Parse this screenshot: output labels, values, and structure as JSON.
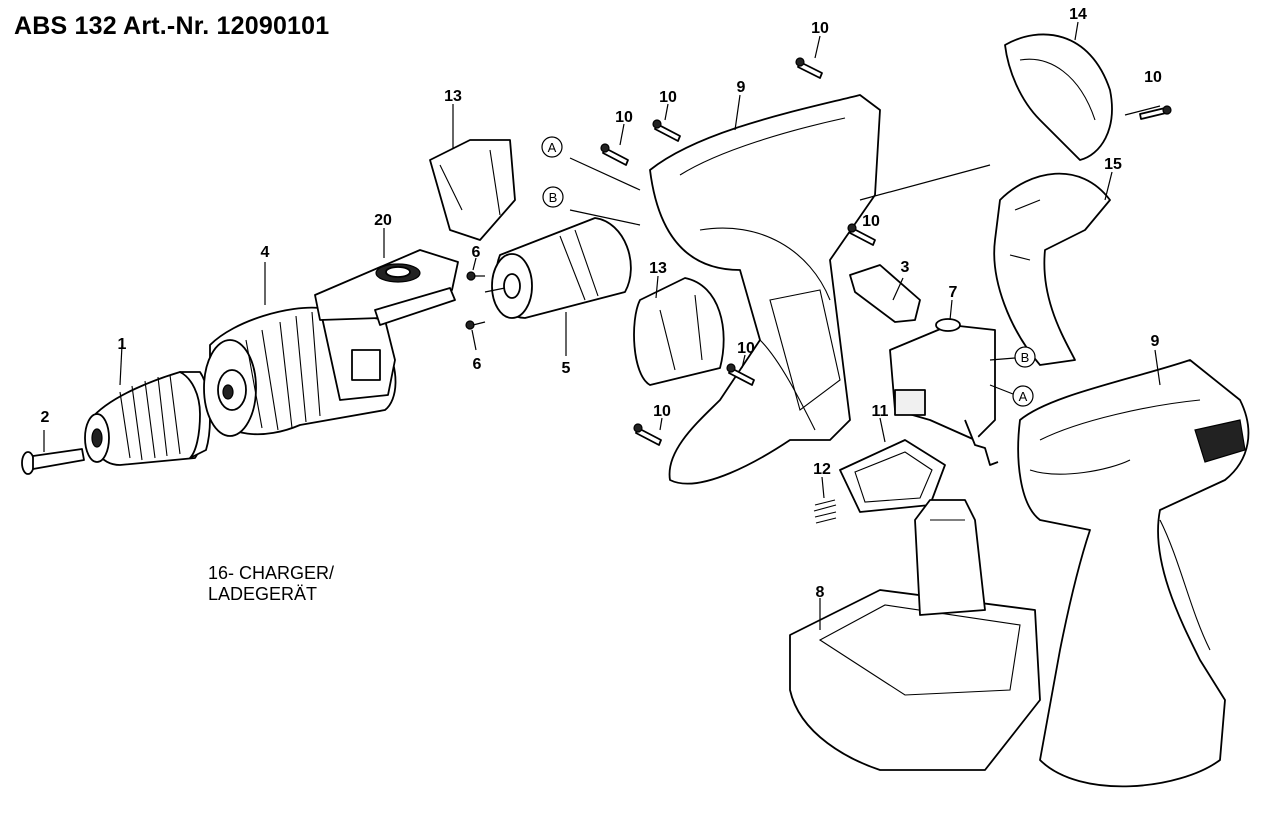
{
  "title": "ABS 132 Art.-Nr. 12090101",
  "note": {
    "line1": "16- CHARGER/",
    "line2": "LADEGERÄT"
  },
  "labels": {
    "p1": "1",
    "p2": "2",
    "p3": "3",
    "p4": "4",
    "p5": "5",
    "p6a": "6",
    "p6b": "6",
    "p7": "7",
    "p8": "8",
    "p9a": "9",
    "p9b": "9",
    "p10a": "10",
    "p10b": "10",
    "p10c": "10",
    "p10d": "10",
    "p10e": "10",
    "p10f": "10",
    "p10g": "10",
    "p11": "11",
    "p12": "12",
    "p13a": "13",
    "p13b": "13",
    "p14": "14",
    "p15": "15",
    "p20": "20"
  },
  "connectors": {
    "a1": "A",
    "b1": "B",
    "a2": "A",
    "b2": "B"
  }
}
